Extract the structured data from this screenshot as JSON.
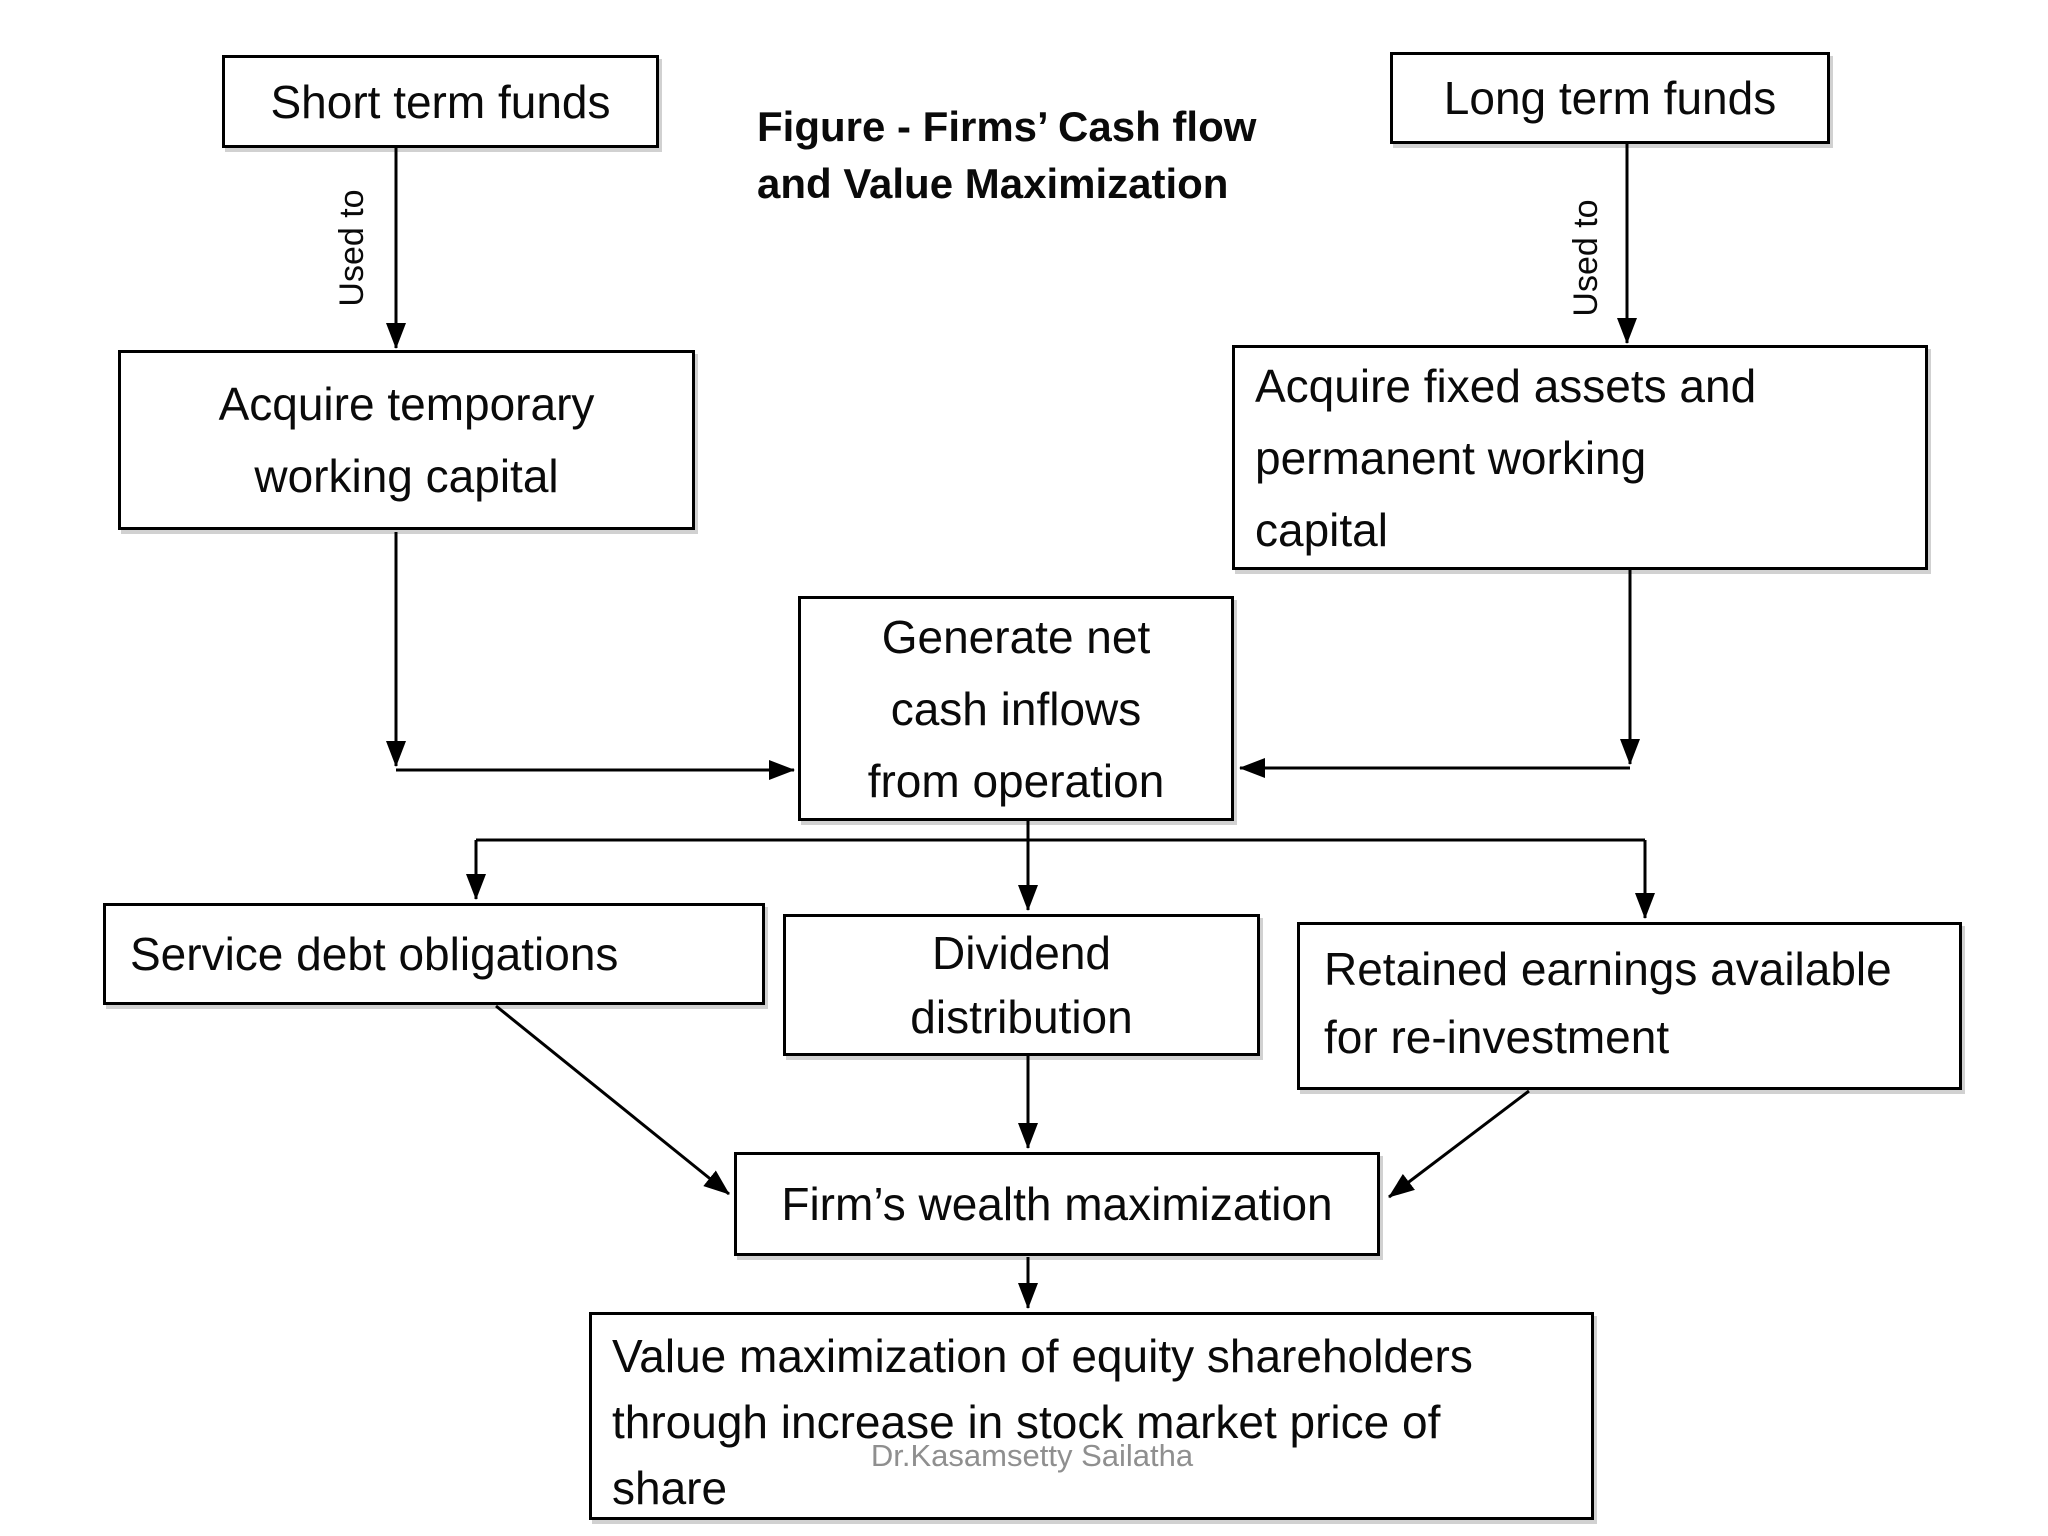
{
  "figure": {
    "title": "Figure - Firms’ Cash flow\nand Value Maximization",
    "watermark": "Dr.Kasamsetty Sailatha"
  },
  "nodes": {
    "short_term": "Short term funds",
    "long_term": "Long term funds",
    "acquire_temp": "Acquire temporary\nworking capital",
    "acquire_fixed": "Acquire fixed assets and\npermanent working\ncapital",
    "generate": "Generate net\ncash inflows\nfrom operation",
    "service_debt": "Service debt obligations",
    "dividend": "Dividend\ndistribution",
    "retained": "Retained earnings available\nfor re-investment",
    "firms_wealth": "Firm’s wealth maximization",
    "value_max": "Value maximization of equity shareholders\nthrough increase in stock market price of\nshare"
  },
  "edge_labels": {
    "left": "Used to",
    "right": "Used to"
  },
  "colors": {
    "line": "#000000",
    "box_border": "#000000",
    "box_fill": "#ffffff",
    "background": "#ffffff",
    "watermark": "#8f8f8f"
  }
}
